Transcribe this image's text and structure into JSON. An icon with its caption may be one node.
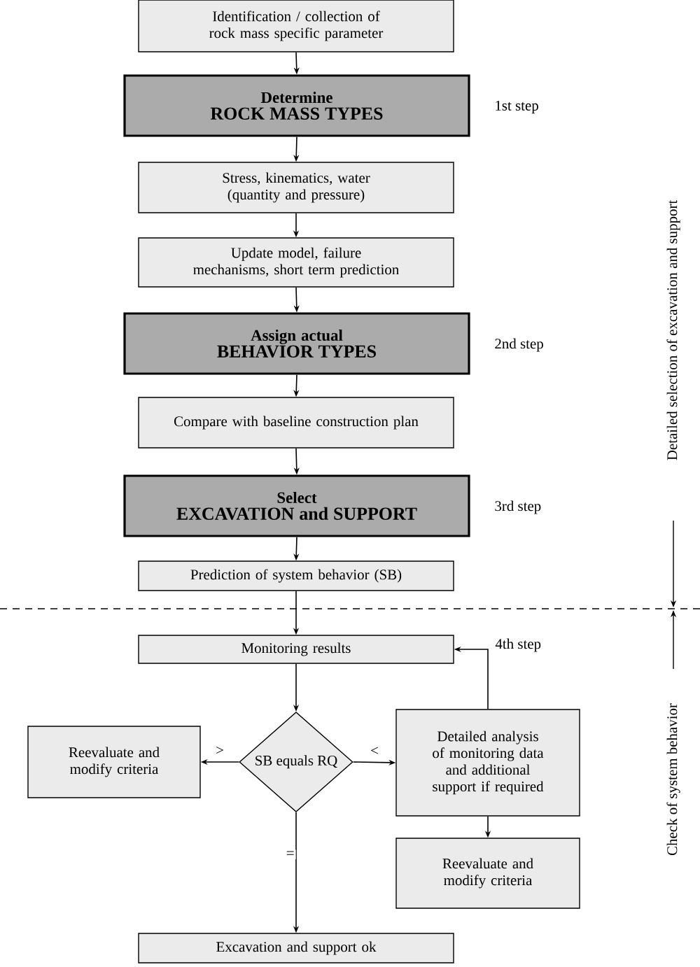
{
  "diagram": {
    "nodes": [
      {
        "text": [
          "Identification / collection of rock mass specific parameter"
        ]
      },
      {
        "text": [
          "Determine",
          "ROCK MASS TYPES"
        ],
        "beside": [
          "1st step"
        ]
      },
      {
        "text": [
          "Stress, kinematics, water (quantity and pressure)"
        ]
      },
      {
        "text": [
          "Update model, failure mechanisms, short term prediction"
        ]
      },
      {
        "text": [
          "Assign actual",
          "BEHAVIOR TYPES"
        ],
        "beside": [
          "2nd step"
        ]
      },
      {
        "text": [
          "Compare with baseline construction plan"
        ]
      },
      {
        "text": [
          "Select",
          "EXCAVATION and SUPPORT"
        ],
        "beside": [
          "3rd step"
        ]
      },
      {
        "text": [
          "Prediction of system behavior (SB)"
        ]
      },
      {
        "text": [
          "Monitoring results"
        ]
      },
      {
        "text": [
          "SB equals RQ"
        ]
      },
      {
        "text": [
          "Reevaluate and modify criteria"
        ]
      },
      {
        "text": [
          "Detailed analysis of monitoring data and additional support if required"
        ]
      },
      {
        "text": [
          "Reevaluate and modify criteria"
        ]
      },
      {
        "text": [
          "Excavation and support ok"
        ]
      }
    ],
    "edges": [
      {
        "from": 0,
        "to": 1,
        "arrow": "to"
      },
      {
        "from": 1,
        "to": 2,
        "arrow": "to"
      },
      {
        "from": 2,
        "to": 3,
        "arrow": "to"
      },
      {
        "from": 3,
        "to": 4,
        "arrow": "to"
      },
      {
        "from": 4,
        "to": 5,
        "arrow": "to"
      },
      {
        "from": 5,
        "to": 6,
        "arrow": "to"
      },
      {
        "from": 6,
        "to": 7,
        "arrow": "to"
      },
      {
        "from": 7,
        "to": 8,
        "arrow": "to"
      },
      {
        "from": 8,
        "to": 9,
        "arrow": "to"
      },
      {
        "from": 9,
        "to": 10,
        "arrow": "to",
        "label": ">"
      },
      {
        "from": 9,
        "to": 11,
        "arrow": "to",
        "label": "<"
      },
      {
        "from": 9,
        "to": 13,
        "arrow": "to",
        "label": "="
      },
      {
        "from": 11,
        "to": 12,
        "arrow": "to"
      },
      {
        "from": 11,
        "to": 8,
        "arrow": "to",
        "label": "4th step"
      }
    ],
    "labels": [
      "Detailed selection of excavation and support",
      "Check of system behavior"
    ]
  }
}
